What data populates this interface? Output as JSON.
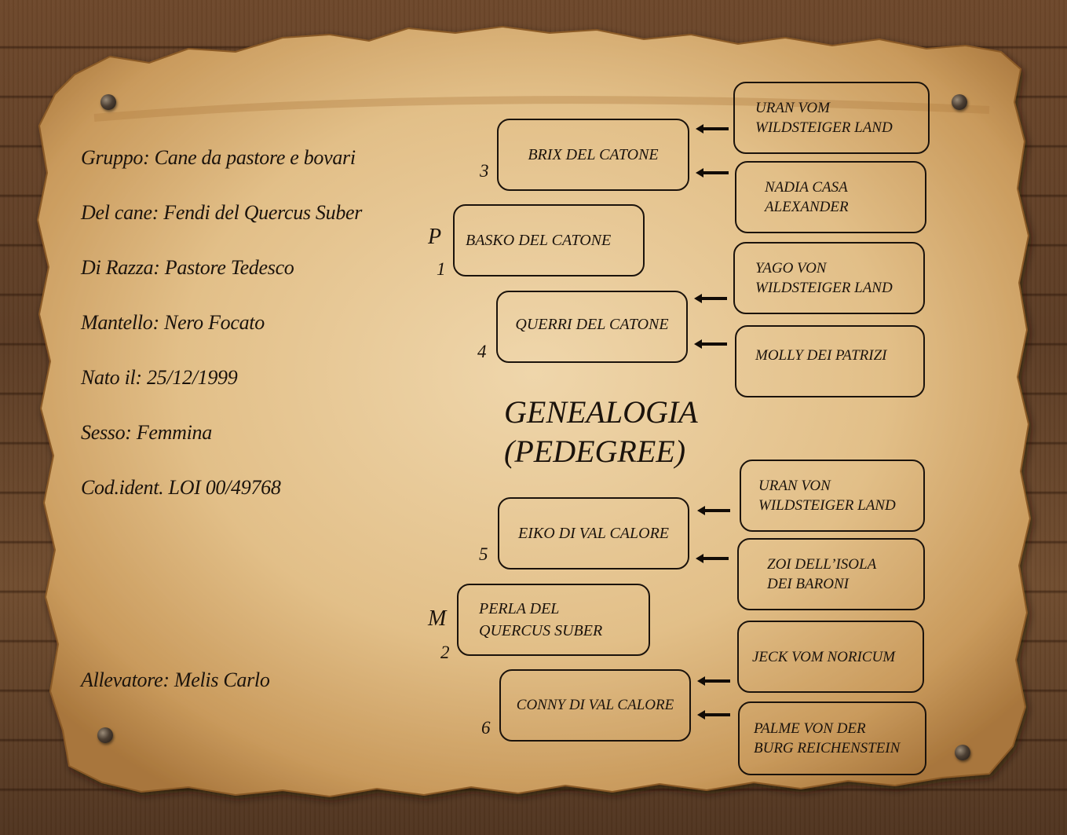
{
  "info": {
    "gruppo": "Gruppo:  Cane da pastore e bovari",
    "cane": "Del cane:  Fendi del Quercus Suber",
    "razza": "Di Razza: Pastore Tedesco",
    "mantello": "Mantello: Nero Focato",
    "nato": "Nato il: 25/12/1999",
    "sesso": "Sesso:  Femmina",
    "codice": "Cod.ident. LOI 00/49768",
    "allevatore": "Allevatore:  Melis Carlo"
  },
  "title": {
    "line1": "GENEALOGIA",
    "line2": "(PEDEGREE)"
  },
  "parents": {
    "father": {
      "letter": "P",
      "number": "1",
      "name": "BASKO DEL CATONE"
    },
    "mother": {
      "letter": "M",
      "number": "2",
      "name": "PERLA DEL\nQUERCUS SUBER"
    }
  },
  "grandparents": [
    {
      "number": "3",
      "name": "BRIX DEL CATONE"
    },
    {
      "number": "4",
      "name": "QUERRI DEL CATONE"
    },
    {
      "number": "5",
      "name": "EIKO DI VAL CALORE"
    },
    {
      "number": "6",
      "name": "CONNY DI VAL  CALORE"
    }
  ],
  "great_grandparents": [
    "URAN VOM\nWILDSTEIGER LAND",
    "NADIA CASA\nALEXANDER",
    "YAGO VON\n WILDSTEIGER LAND",
    "MOLLY DEI PATRIZI",
    "URAN VON\nWILDSTEIGER LAND",
    "ZOI DELL’ISOLA\nDEI BARONI",
    "JECK VOM NORICUM",
    "PALME VON DER\nBURG REICHENSTEIN"
  ]
}
